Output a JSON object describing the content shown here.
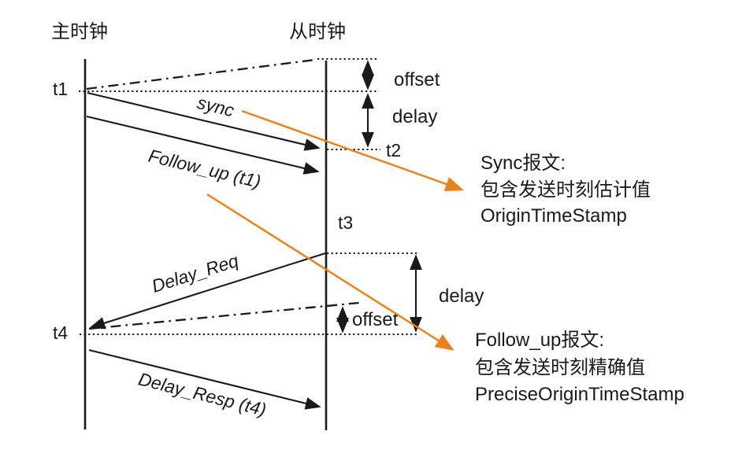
{
  "diagram": {
    "master_title": "主时钟",
    "slave_title": "从时钟",
    "timestamps": {
      "t1": "t1",
      "t2": "t2",
      "t3": "t3",
      "t4": "t4"
    },
    "messages": {
      "sync": "sync",
      "follow_up": "Follow_up (t1)",
      "delay_req": "Delay_Req",
      "delay_resp": "Delay_Resp (t4)"
    },
    "measures": {
      "offset_top": "offset",
      "delay_top": "delay",
      "offset_bottom": "offset",
      "delay_bottom": "delay"
    },
    "notes": {
      "sync": {
        "title": "Sync报文:",
        "line2": "包含发送时刻估计值",
        "line3": "OriginTimeStamp"
      },
      "follow_up": {
        "title": "Follow_up报文:",
        "line2": "包含发送时刻精确值",
        "line3": "PreciseOriginTimeStamp"
      }
    },
    "colors": {
      "ink": "#1A1A1A",
      "accent_orange": "#E8821E",
      "background": "#FFFFFF"
    }
  }
}
